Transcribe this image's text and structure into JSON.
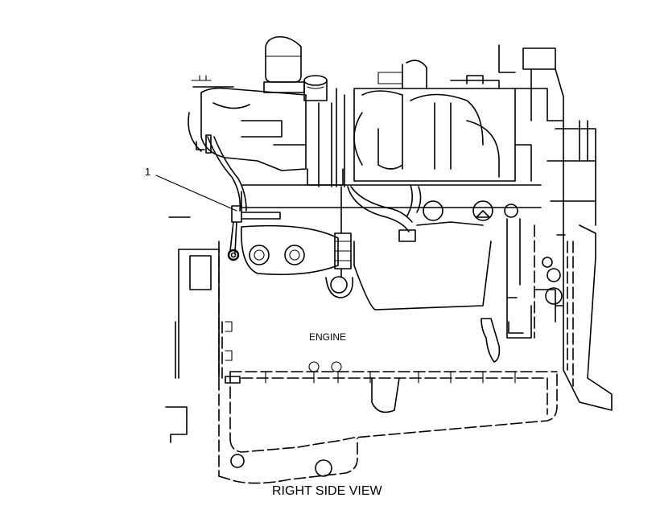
{
  "diagram": {
    "engine_label": "ENGINE",
    "callout_number": "1",
    "view_title": "RIGHT SIDE VIEW"
  }
}
